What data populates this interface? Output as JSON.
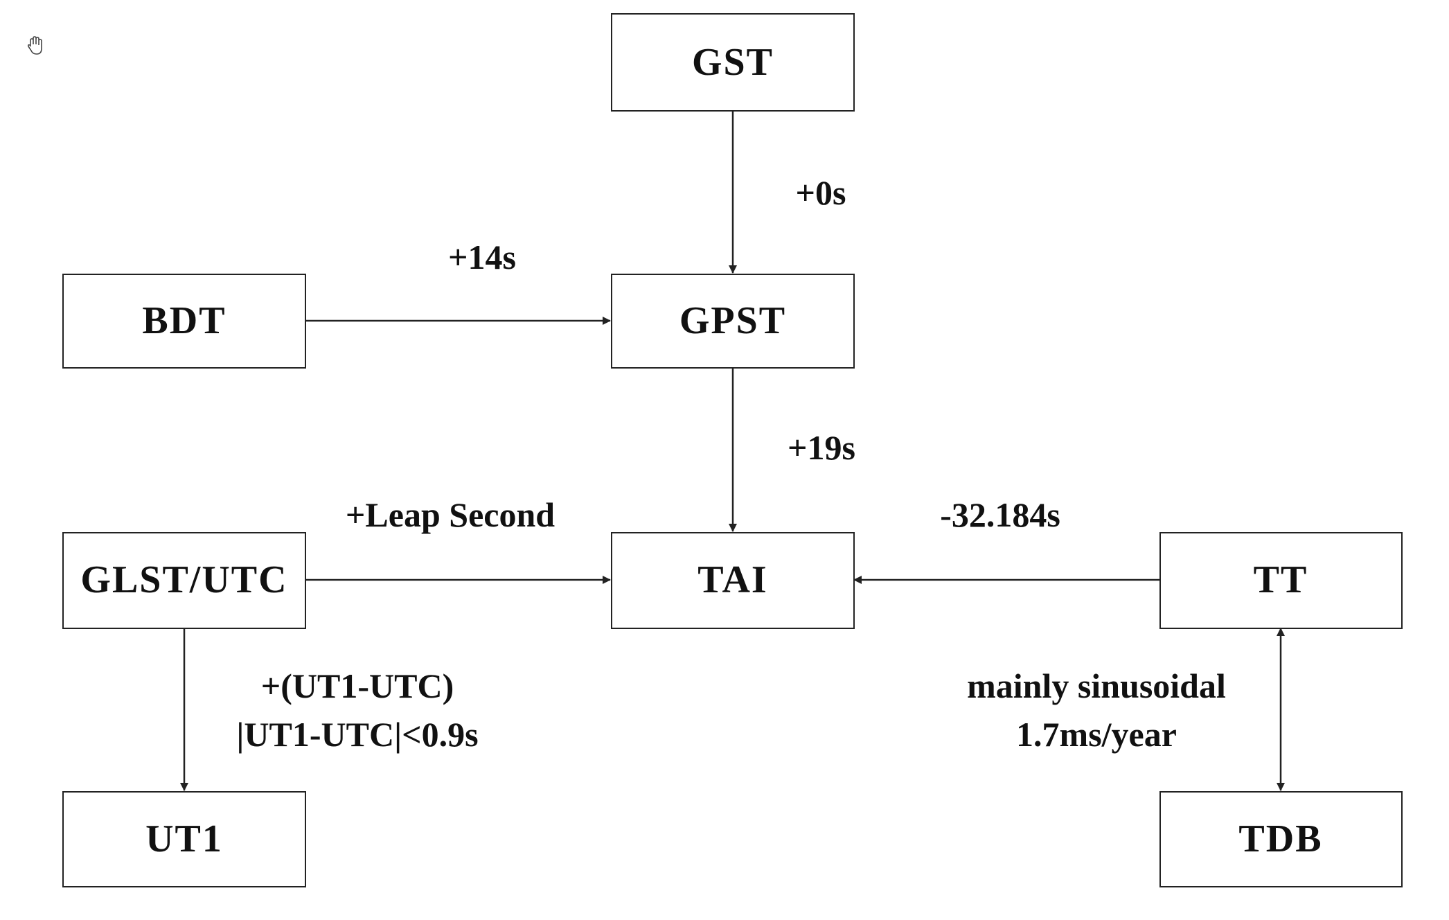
{
  "diagram": {
    "nodes": {
      "gst": "GST",
      "gpst": "GPST",
      "bdt": "BDT",
      "tai": "TAI",
      "glst_utc": "GLST/UTC",
      "tt": "TT",
      "ut1": "UT1",
      "tdb": "TDB"
    },
    "edges": {
      "gst_gpst": "+0s",
      "bdt_gpst": "+14s",
      "gpst_tai": "+19s",
      "glst_tai": "+Leap Second",
      "tt_tai": "-32.184s",
      "utc_ut1_line1": "+(UT1-UTC)",
      "utc_ut1_line2": "|UT1-UTC|<0.9s",
      "tt_tdb_line1": "mainly sinusoidal",
      "tt_tdb_line2": "1.7ms/year"
    }
  },
  "cursor": {
    "icon": "hand-cursor-icon"
  }
}
